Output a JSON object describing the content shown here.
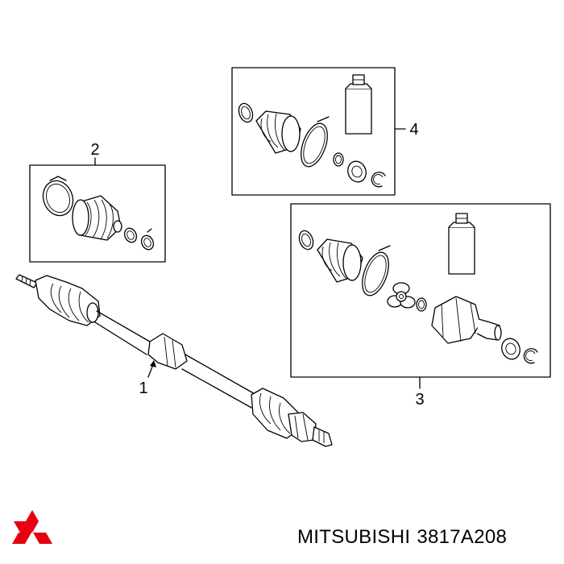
{
  "callouts": {
    "c1": "1",
    "c2": "2",
    "c3": "3",
    "c4": "4"
  },
  "brand": {
    "name": "MITSUBISHI",
    "part_number": "3817A208",
    "logo_color": "#e60012"
  },
  "icons": [
    "mitsubishi-logo"
  ]
}
